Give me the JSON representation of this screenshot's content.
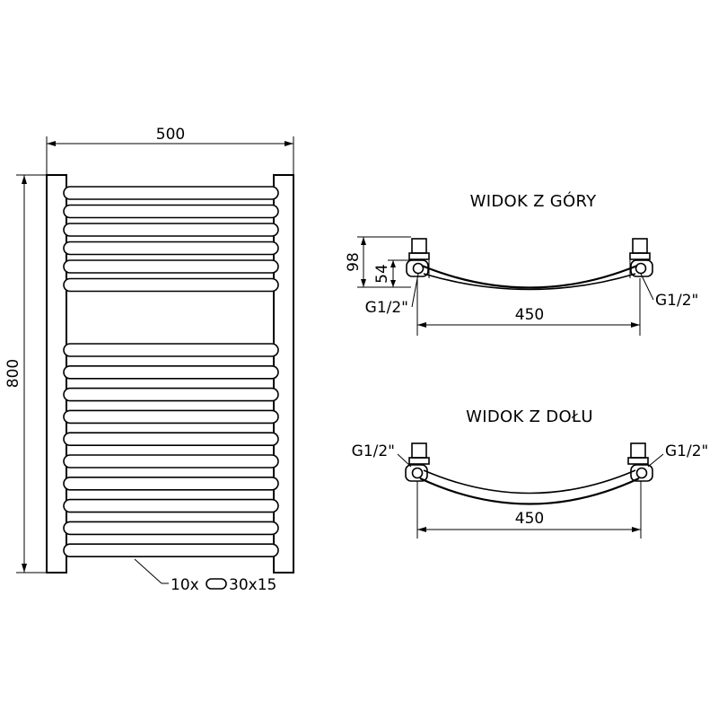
{
  "front_view": {
    "width_dim": "500",
    "height_dim": "800",
    "bar_callout": "10x",
    "bar_profile": "30x15",
    "bars_top_group": 6,
    "bars_bottom_group": 10
  },
  "top_view": {
    "title": "WIDOK Z GÓRY",
    "depth_outer": "98",
    "depth_inner": "54",
    "connection_left": "G1/2\"",
    "connection_right": "G1/2\"",
    "spacing": "450"
  },
  "bottom_view": {
    "title": "WIDOK Z DOŁU",
    "connection_left": "G1/2\"",
    "connection_right": "G1/2\"",
    "spacing": "450"
  }
}
